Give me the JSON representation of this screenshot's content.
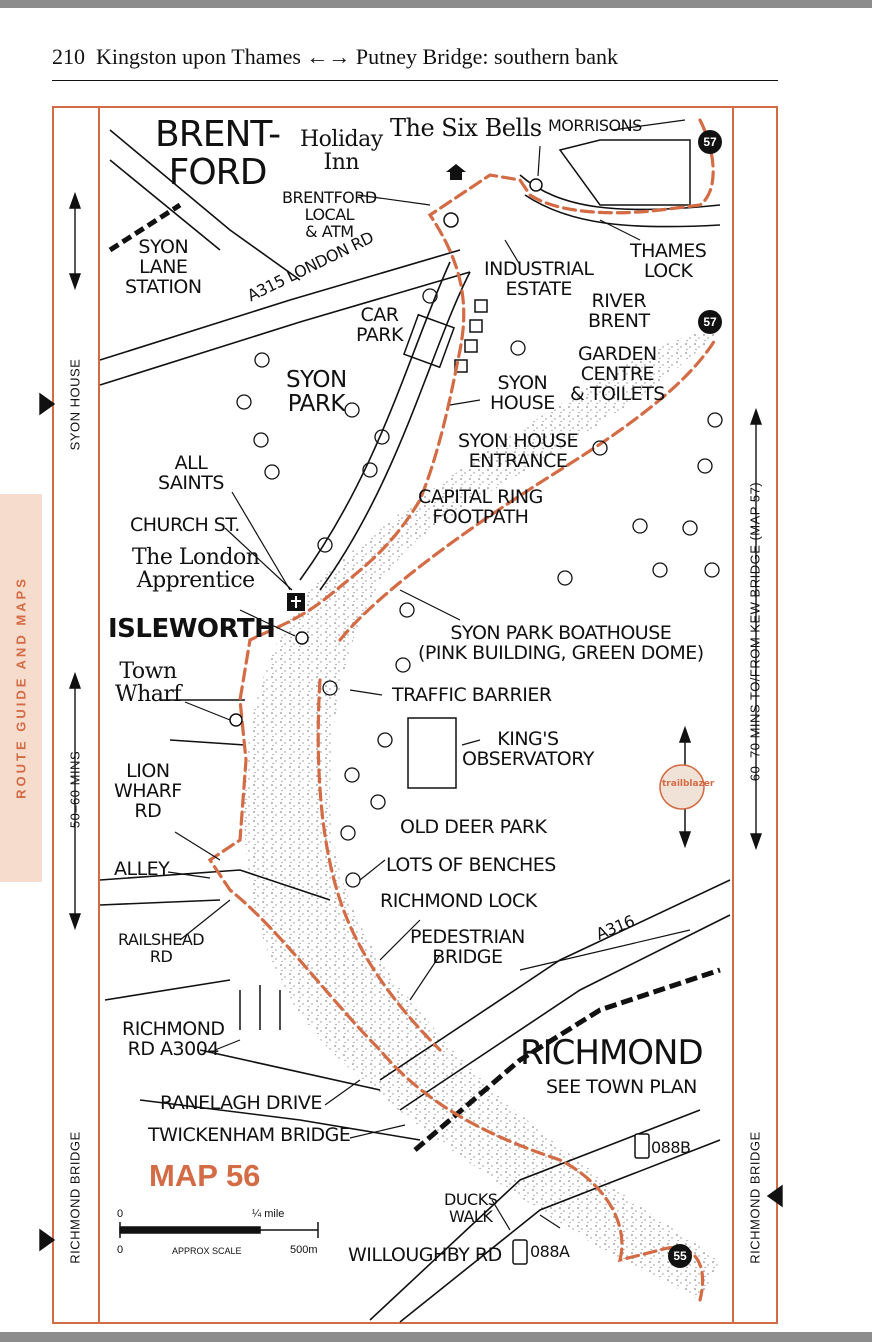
{
  "header": {
    "page_number": "210",
    "title": "Kingston upon Thames ←→ Putney Bridge: southern bank"
  },
  "side_tab": {
    "label": "ROUTE GUIDE AND MAPS",
    "color": "#d36b45",
    "background": "#f6dccd"
  },
  "margins": {
    "left_top": "SYON HOUSE",
    "left_mid": "50–60 MINS",
    "left_bottom": "RICHMOND BRIDGE",
    "right_mid": "60–70 MINS TO/FROM KEW BRIDGE (MAP 57)",
    "right_bottom": "RICHMOND BRIDGE"
  },
  "map": {
    "title": "MAP 56",
    "accent_color": "#d36b45",
    "labels": {
      "brentford": [
        "BRENT-",
        "FORD"
      ],
      "holiday_inn": [
        "Holiday",
        "Inn"
      ],
      "six_bells": "The Six Bells",
      "morrisons": "MORRISONS",
      "brentford_local": [
        "BRENTFORD",
        "LOCAL",
        "& ATM"
      ],
      "syon_lane": [
        "SYON",
        "LANE",
        "STATION"
      ],
      "london_rd": "A315 LONDON RD",
      "industrial": [
        "INDUSTRIAL",
        "ESTATE"
      ],
      "thames_lock": [
        "THAMES",
        "LOCK"
      ],
      "river_brent": [
        "RIVER",
        "BRENT"
      ],
      "car_park": [
        "CAR",
        "PARK"
      ],
      "syon_park": [
        "SYON",
        "PARK"
      ],
      "garden_centre": [
        "GARDEN",
        "CENTRE",
        "& TOILETS"
      ],
      "syon_house": [
        "SYON",
        "HOUSE"
      ],
      "syon_entrance": [
        "SYON HOUSE",
        "ENTRANCE"
      ],
      "all_saints": [
        "ALL",
        "SAINTS"
      ],
      "capital_ring": [
        "CAPITAL RING",
        "FOOTPATH"
      ],
      "church_st": "CHURCH ST.",
      "london_apprentice": [
        "The London",
        "Apprentice"
      ],
      "isleworth": "ISLEWORTH",
      "boathouse": [
        "SYON PARK BOATHOUSE",
        "(PINK BUILDING, GREEN DOME)"
      ],
      "town_wharf": [
        "Town",
        "Wharf"
      ],
      "traffic_barrier": "TRAFFIC BARRIER",
      "kings_obs": [
        "KING'S",
        "OBSERVATORY"
      ],
      "lion_wharf": [
        "LION",
        "WHARF",
        "RD"
      ],
      "old_deer_park": "OLD DEER PARK",
      "alley": "ALLEY",
      "benches": "LOTS OF BENCHES",
      "richmond_lock": "RICHMOND LOCK",
      "railshead": [
        "RAILSHEAD",
        "RD"
      ],
      "pedestrian": [
        "PEDESTRIAN",
        "BRIDGE"
      ],
      "a316": "A316",
      "richmond_rd": [
        "RICHMOND",
        "RD A3004"
      ],
      "richmond": "RICHMOND",
      "town_plan": "SEE TOWN PLAN",
      "ranelagh": "RANELAGH DRIVE",
      "twickenham": "TWICKENHAM BRIDGE",
      "o88b": "088B",
      "ducks_walk": [
        "DUCKS",
        "WALK"
      ],
      "willoughby": "WILLOUGHBY RD",
      "o88a": "088A"
    },
    "map_refs": {
      "top_right": "57",
      "mid_right": "57",
      "bottom_right": "55"
    },
    "compass_brand": "trailblazer",
    "scale": {
      "zero_top": "0",
      "quarter_mile": "¼ mile",
      "zero_bottom": "0",
      "approx": "APPROX SCALE",
      "meters": "500m"
    }
  }
}
